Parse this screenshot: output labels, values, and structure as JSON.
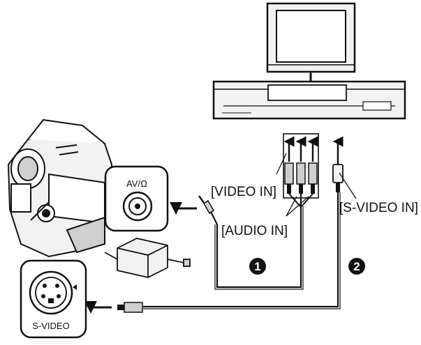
{
  "labels": {
    "video_in": "[VIDEO IN]",
    "audio_in": "[AUDIO IN]",
    "s_video_in": "[S-VIDEO IN]",
    "av_jack": "AV/Ω",
    "s_video_jack": "S-VIDEO"
  },
  "steps": [
    "❶",
    "❷"
  ],
  "colors": {
    "ink": "#111111",
    "fill_light": "#f2f2f2",
    "fill_mid": "#cfcfcf"
  }
}
